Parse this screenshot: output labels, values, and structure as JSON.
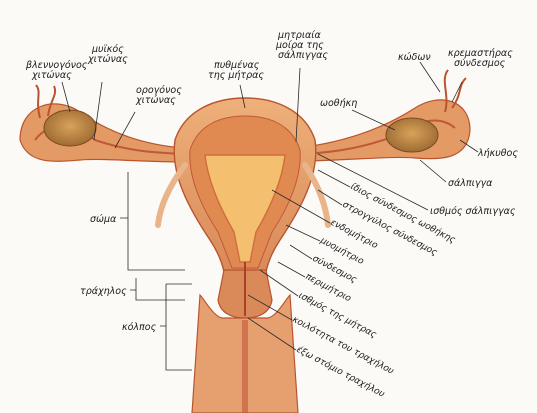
{
  "labels": {
    "blennogonos_1": "βλεννογόνος",
    "blennogonos_2": "χιτώνας",
    "mykos_1": "μυϊκός",
    "mykos_2": "χιτώνας",
    "orogonos_1": "ορογόνος",
    "orogonos_2": "χιτώνας",
    "pythmenas_1": "πυθμένας",
    "pythmenas_2": "της μήτρας",
    "mitriaia_1": "μητριαία",
    "mitriaia_2": "μοίρα της",
    "mitriaia_3": "σάλπιγγας",
    "kodon": "κώδων",
    "kremastiras_1": "κρεμαστήρας",
    "kremastiras_2": "σύνδεσμος",
    "oothiki": "ωοθήκη",
    "lekythos": "λήκυθος",
    "salpigga": "σάλπιγγα",
    "isthmos_salpiggas": "ισθμός σάλπιγγας",
    "idios_syndesmos": "ίδιος σύνδεσμος ωοθήκης",
    "strogylos": "στρογγύλος σύνδεσμος",
    "endometrio": "ενδομήτριο",
    "mymetrio": "μυομήτριο",
    "syndesmos": "σύνδεσμος",
    "perimetrio": "περιμήτριο",
    "isthmos_mitras": "ισθμός της μήτρας",
    "koilotita": "κοιλότητα του τραχήλου",
    "exo_stomio": "έξω στόμιο τραχήλου",
    "soma": "σώμα",
    "trachilos": "τράχηλος",
    "kolpos": "κόλπος"
  },
  "colors": {
    "tissue": "#e8a06a",
    "tissue_dark": "#c0583a",
    "lining": "#d9733f",
    "cavity": "#f3c06e",
    "ovary": "#b5803c",
    "background": "#fbfaf7"
  }
}
